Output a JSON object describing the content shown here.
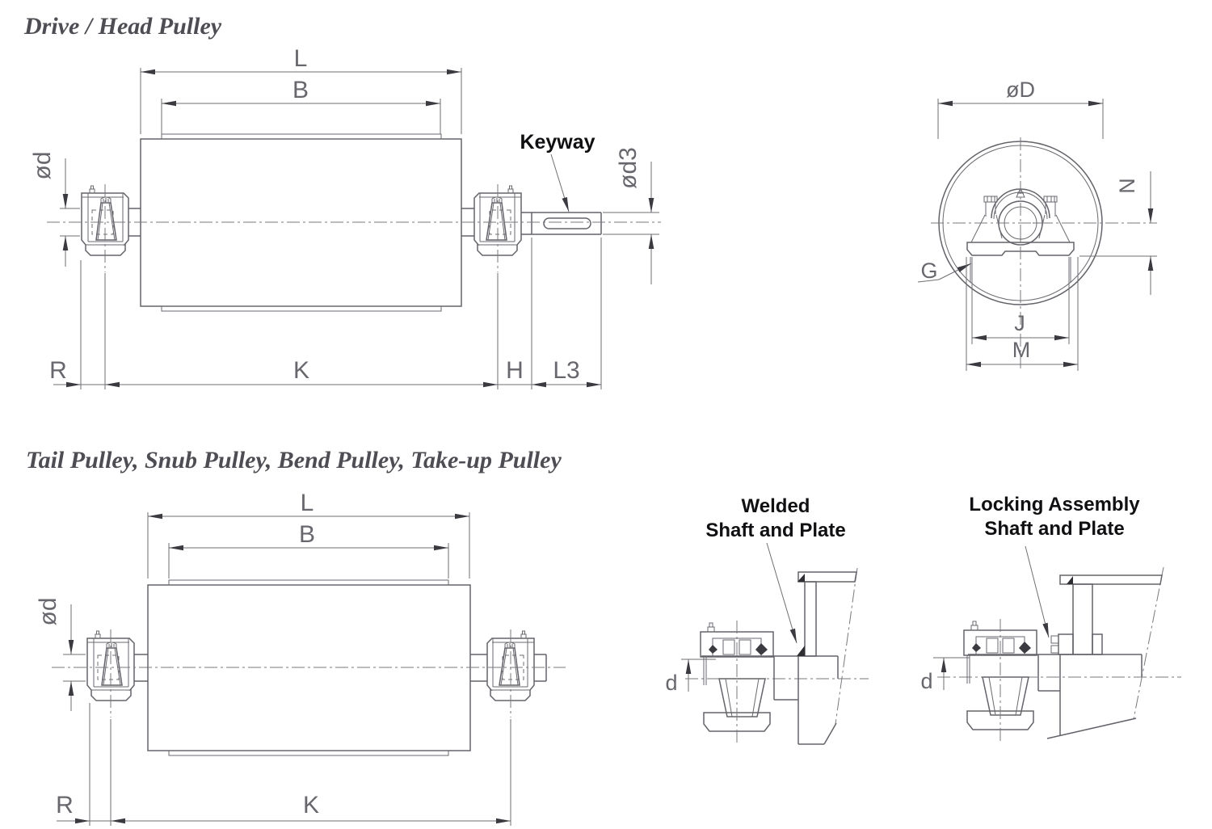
{
  "titles": {
    "s1": "Drive / Head Pulley",
    "s2": "Tail Pulley, Snub Pulley, Bend Pulley, Take-up Pulley"
  },
  "drive": {
    "L": "L",
    "B": "B",
    "od": "ød",
    "od3": "ød3",
    "keyway": "Keyway",
    "R": "R",
    "K": "K",
    "H": "H",
    "L3": "L3"
  },
  "end": {
    "oD": "øD",
    "N": "N",
    "G": "G",
    "J": "J",
    "M": "M"
  },
  "tail": {
    "L": "L",
    "B": "B",
    "od": "ød",
    "R": "R",
    "K": "K"
  },
  "welded": {
    "t1": "Welded",
    "t2": "Shaft and Plate",
    "d": "d"
  },
  "locking": {
    "t1": "Locking Assembly",
    "t2": "Shaft and Plate",
    "d": "d"
  },
  "colors": {
    "background": "#ffffff",
    "object_line": "#63636a",
    "dimension_line": "#6f6f75",
    "dimension_text": "#67676d",
    "callout_text": "#101013",
    "title_text": "#4d4d53"
  }
}
